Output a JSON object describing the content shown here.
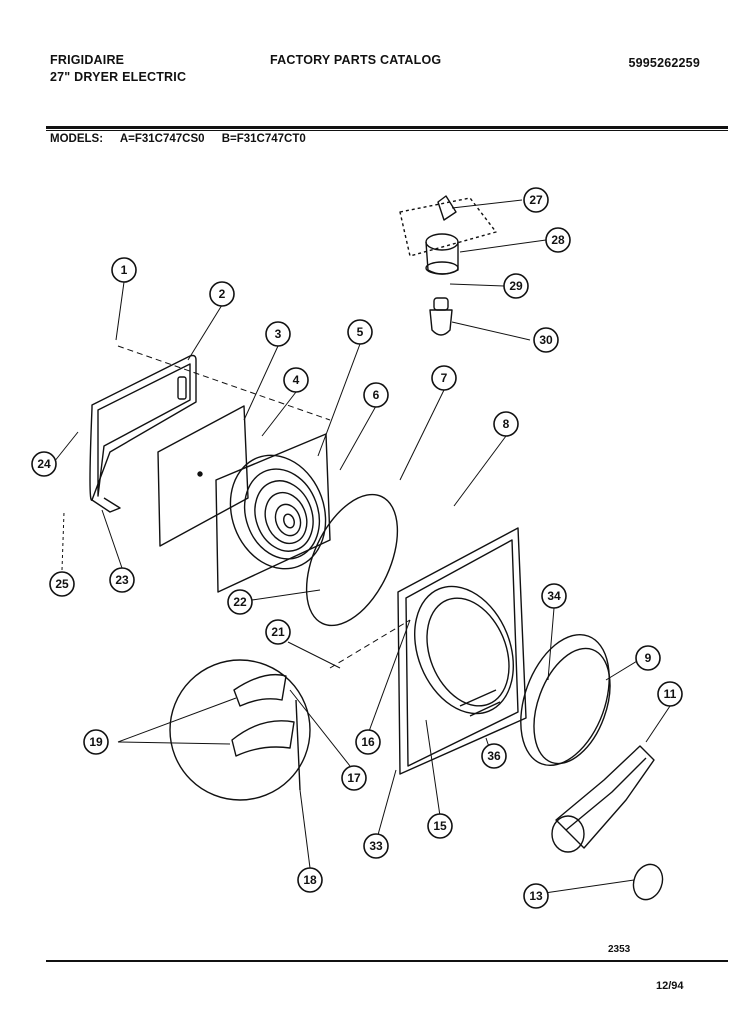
{
  "header": {
    "brand": "FRIGIDAIRE",
    "product": "27\" DRYER ELECTRIC",
    "catalog_title": "FACTORY PARTS CATALOG",
    "part_number": "5995262259"
  },
  "models": {
    "label": "MODELS:",
    "model_a": "A=F31C747CS0",
    "model_b": "B=F31C747CT0"
  },
  "figure_number": "2353",
  "date": "12/94",
  "callouts": [
    "1",
    "2",
    "3",
    "4",
    "5",
    "6",
    "7",
    "8",
    "9",
    "11",
    "13",
    "15",
    "16",
    "17",
    "18",
    "19",
    "21",
    "22",
    "23",
    "24",
    "25",
    "27",
    "28",
    "29",
    "30",
    "33",
    "34",
    "36"
  ]
}
